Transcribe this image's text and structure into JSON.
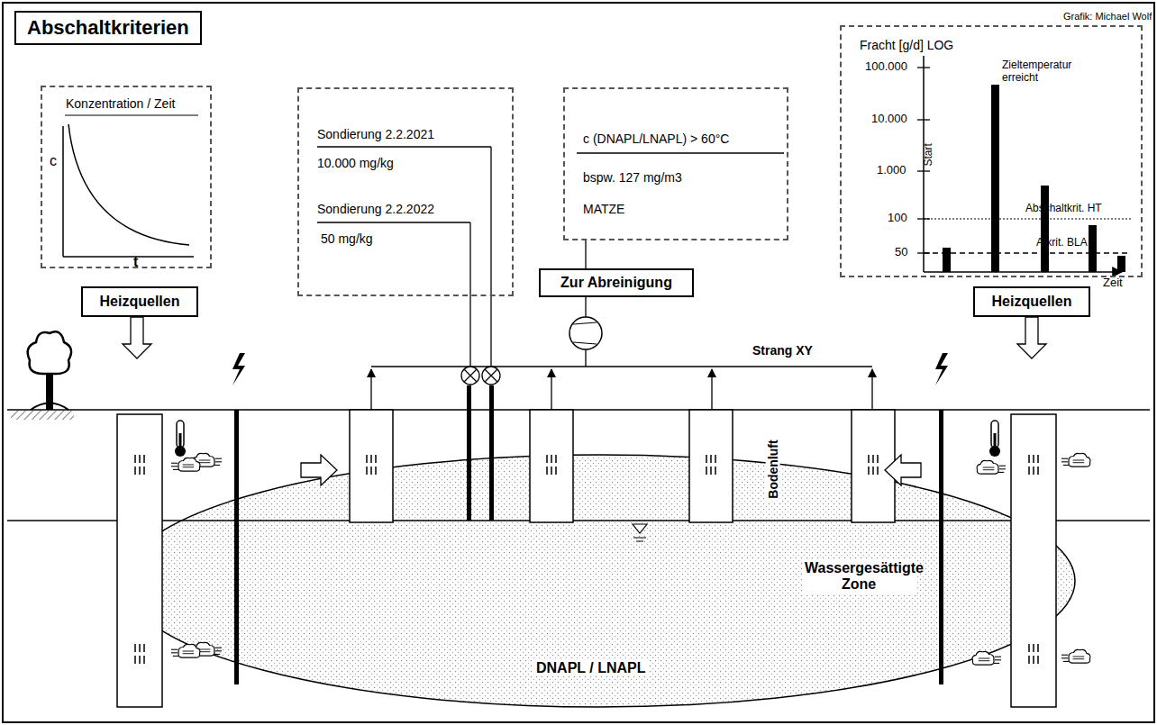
{
  "diagram": {
    "title": "Abschaltkriterien",
    "nodes": [
      {
        "text": [
          "Konzentration / Zeit"
        ]
      },
      {
        "text": [
          "Sondierung 2.2.2021",
          "10.000 mg/kg",
          "Sondierung 2.2.2022",
          "50 mg/kg"
        ]
      },
      {
        "text": [
          "c (DNAPL/LNAPL) > 60°C",
          "bspw. 127 mg/m3",
          "MATZE"
        ]
      },
      {
        "text": [
          "Fracht [g/d] LOG"
        ]
      },
      {
        "text": [
          "Heizquellen"
        ]
      },
      {
        "text": [
          "Zur Abreinigung"
        ]
      },
      {
        "text": [
          "Heizquellen"
        ]
      }
    ],
    "edges": [
      {
        "from": 2,
        "to": 5,
        "arrow": "none"
      }
    ],
    "labels": [
      "Grafik: Michael Wolf",
      "c",
      "t",
      "100.000",
      "10.000",
      "1.000",
      "100",
      "50",
      "Start",
      "Zieltemperatur erreicht",
      "Abschaltkrit. HT",
      "A.krit. BLA",
      "Zeit",
      "Strang XY",
      "Bodenluft",
      "Wassergesättigte Zone",
      "DNAPL / LNAPL"
    ]
  }
}
